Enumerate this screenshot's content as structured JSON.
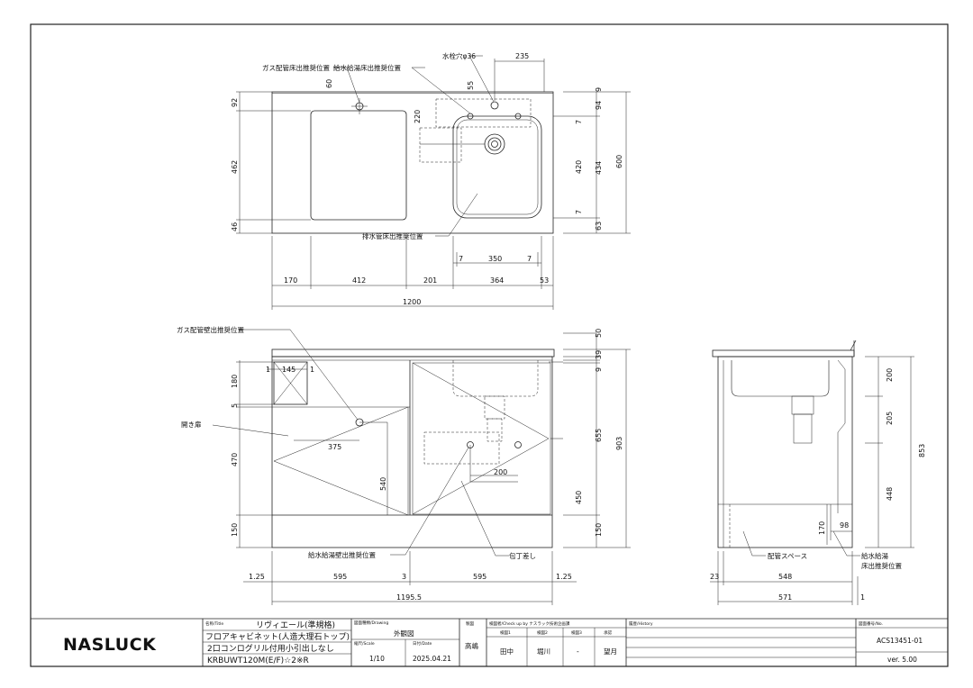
{
  "top_view": {
    "callouts": {
      "gas_floor": "ガス配管床出推奨位置",
      "water_floor": "給水給湯床出推奨位置",
      "faucet_hole": "水栓穴φ36",
      "drain_floor": "排水管床出推奨位置"
    },
    "dims": {
      "d235": "235",
      "d60": "60",
      "d55": "55",
      "d220": "220",
      "d92": "92",
      "d462": "462",
      "d46": "46",
      "d9": "9",
      "d94": "94",
      "d7a": "7",
      "d420": "420",
      "d434": "434",
      "d7b": "7",
      "d63": "63",
      "d600": "600",
      "d7c": "7",
      "d350": "350",
      "d7d": "7",
      "d170": "170",
      "d412": "412",
      "d201": "201",
      "d364": "364",
      "d53": "53",
      "d1200": "1200"
    }
  },
  "front_view": {
    "callouts": {
      "gas_wall": "ガス配管壁出推奨位置",
      "door": "開き扉",
      "water_wall": "給水給湯壁出推奨位置",
      "knife": "包丁差し"
    },
    "dims": {
      "d1a": "1",
      "d145": "145",
      "d1b": "1",
      "d180": "180",
      "d5": "5",
      "d470": "470",
      "d150": "150",
      "d375": "375",
      "d540": "540",
      "d200": "200",
      "d50": "50",
      "d39": "39",
      "d9": "9",
      "d655": "655",
      "d450": "450",
      "d150r": "150",
      "d903": "903",
      "d125a": "1.25",
      "d595a": "595",
      "d3": "3",
      "d595b": "595",
      "d125b": "1.25",
      "d11955": "1195.5"
    }
  },
  "side_view": {
    "callouts": {
      "pipe_space": "配管スペース",
      "water_floor_1": "給水給湯",
      "water_floor_2": "床出推奨位置"
    },
    "dims": {
      "d200": "200",
      "d205": "205",
      "d448": "448",
      "d853": "853",
      "d170": "170",
      "d98": "98",
      "d23": "23",
      "d548": "548",
      "d571": "571",
      "d1": "1"
    }
  },
  "title_block": {
    "logo": "NASLUCK",
    "title_label": "名称/Title",
    "title_1": "リヴィエール(準規格)",
    "title_2": "フロアキャビネット(人造大理石トップ)",
    "title_3": "2口コンログリル付用小引出しなし",
    "title_4": "KRBUWT120M(E/F)☆2※R",
    "drawing_label": "図面種類/Drawing",
    "drawing_value": "外観図",
    "scale_label": "縮尺/Scale",
    "scale_value": "1/10",
    "date_label": "日付/Date",
    "date_value": "2025.04.21",
    "draft_label": "製図",
    "draft_value": "高嶋",
    "check_label": "検図者/Check up by ナスラック技術企画課",
    "check_h1": "検図1",
    "check_h2": "検図2",
    "check_h3": "検図3",
    "check_h4": "承認",
    "check_v1": "田中",
    "check_v2": "堀川",
    "check_v3": "-",
    "check_v4": "望月",
    "history_label": "履歴/History",
    "number_label": "図面番号/No.",
    "number_value": "ACS13451-01",
    "version_value": "ver. 5.00"
  }
}
